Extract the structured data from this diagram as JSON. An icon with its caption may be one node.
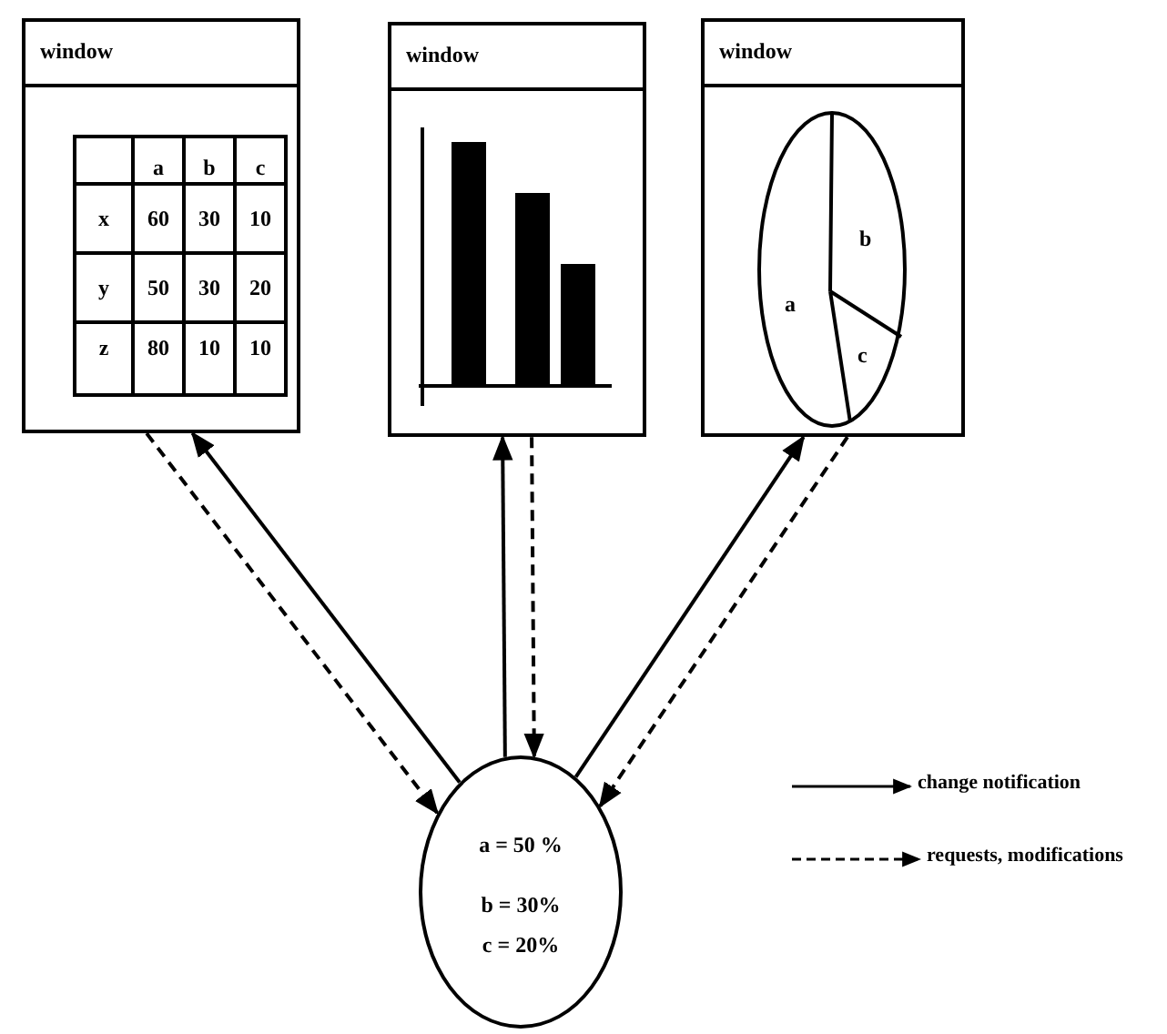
{
  "diagram": {
    "nodes": [
      {
        "text": [
          "window"
        ]
      },
      {
        "text": [
          "window"
        ]
      },
      {
        "text": [
          "window"
        ]
      },
      {
        "text": [
          "a = 50 %",
          "b = 30%",
          "c = 20%"
        ]
      }
    ],
    "edges": [
      {
        "from": 3,
        "to": 0,
        "arrow": "to"
      },
      {
        "from": 0,
        "to": 3,
        "arrow": "to",
        "style": "dashed"
      },
      {
        "from": 3,
        "to": 1,
        "arrow": "to"
      },
      {
        "from": 1,
        "to": 3,
        "arrow": "to",
        "style": "dashed"
      },
      {
        "from": 3,
        "to": 2,
        "arrow": "to"
      },
      {
        "from": 2,
        "to": 3,
        "arrow": "to",
        "style": "dashed"
      }
    ],
    "labels": [
      "a",
      "b",
      "c",
      "x",
      "60",
      "30",
      "10",
      "y",
      "50",
      "30",
      "20",
      "z",
      "80",
      "10",
      "10",
      "a",
      "b",
      "c"
    ],
    "legend": [
      {
        "text": "change notification"
      },
      {
        "text": "requests, modifications"
      }
    ]
  }
}
